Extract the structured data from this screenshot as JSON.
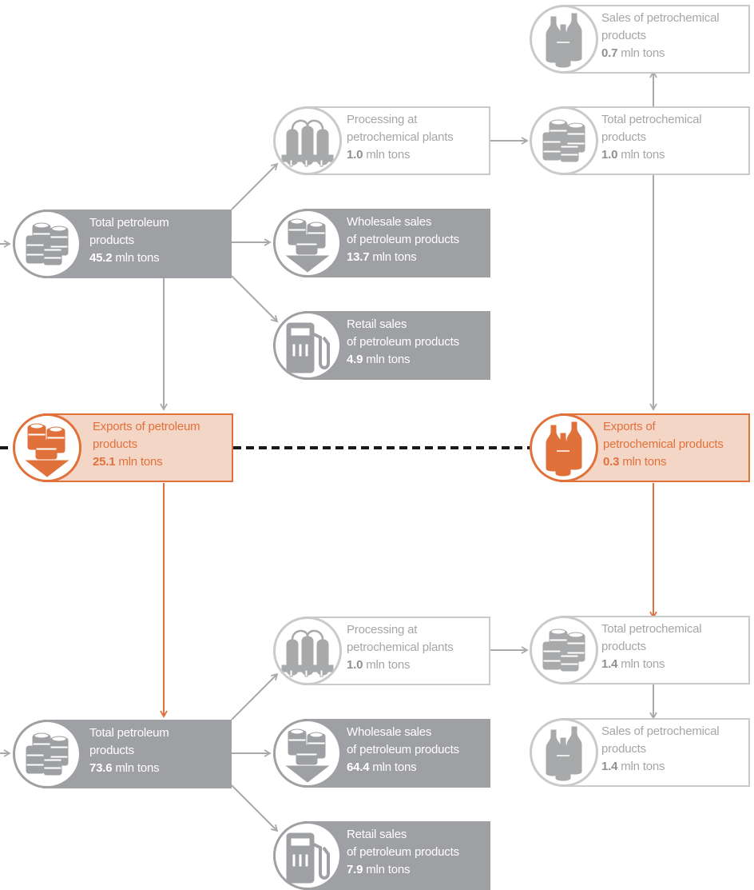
{
  "colors": {
    "gray_fill": "#9fa0a3",
    "gray_outline": "#c9cacc",
    "gray_text": "#a5a6a8",
    "orange": "#e1713b",
    "orange_fill": "#f4d6c7",
    "dashed_line": "#1a1a1a"
  },
  "unit": "mln tons",
  "nodes": {
    "top_total_petroleum": {
      "label1": "Total petroleum",
      "label2": "products",
      "value": "45.2",
      "icon": "barrels-icon"
    },
    "top_processing": {
      "label1": "Processing at",
      "label2": "petrochemical plants",
      "value": "1.0",
      "icon": "refinery-columns-icon"
    },
    "top_wholesale": {
      "label1": "Wholesale sales",
      "label2": "of petroleum products",
      "value": "13.7",
      "icon": "barrels-down-arrow-icon"
    },
    "top_retail": {
      "label1": "Retail sales",
      "label2": "of petroleum products",
      "value": "4.9",
      "icon": "fuel-pump-icon"
    },
    "top_total_petrochem": {
      "label1": "Total petrochemical",
      "label2": "products",
      "value": "1.0",
      "icon": "barrels-icon"
    },
    "top_sales_petrochem": {
      "label1": "Sales of petrochemical",
      "label2": "products",
      "value": "0.7",
      "icon": "bottles-icon"
    },
    "export_petroleum": {
      "label1": "Exports of petroleum",
      "label2": "products",
      "value": "25.1",
      "icon": "barrels-down-arrow-icon"
    },
    "export_petrochem": {
      "label1": "Exports of",
      "label2": "petrochemical products",
      "value": "0.3",
      "icon": "bottles-icon"
    },
    "bottom_total_petroleum": {
      "label1": "Total petroleum",
      "label2": "products",
      "value": "73.6",
      "icon": "barrels-icon"
    },
    "bottom_processing": {
      "label1": "Processing at",
      "label2": "petrochemical plants",
      "value": "1.0",
      "icon": "refinery-columns-icon"
    },
    "bottom_wholesale": {
      "label1": "Wholesale sales",
      "label2": "of petroleum products",
      "value": "64.4",
      "icon": "barrels-down-arrow-icon"
    },
    "bottom_retail": {
      "label1": "Retail sales",
      "label2": "of petroleum products",
      "value": "7.9",
      "icon": "fuel-pump-icon"
    },
    "bottom_total_petrochem": {
      "label1": "Total petrochemical",
      "label2": "products",
      "value": "1.4",
      "icon": "barrels-icon"
    },
    "bottom_sales_petrochem": {
      "label1": "Sales of petrochemical",
      "label2": "products",
      "value": "1.4",
      "icon": "bottles-icon"
    }
  }
}
